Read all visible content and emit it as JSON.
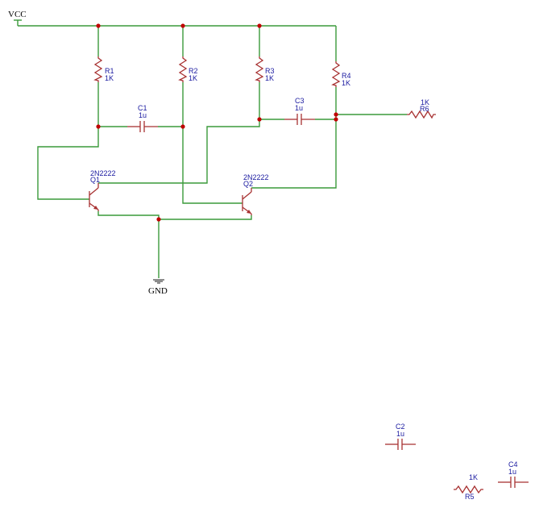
{
  "nets": {
    "vcc": "VCC",
    "gnd": "GND"
  },
  "components": {
    "r1": {
      "ref": "R1",
      "value": "1K"
    },
    "r2": {
      "ref": "R2",
      "value": "1K"
    },
    "r3": {
      "ref": "R3",
      "value": "1K"
    },
    "r4": {
      "ref": "R4",
      "value": "1K"
    },
    "r5": {
      "ref": "R5",
      "value": "1K"
    },
    "r6": {
      "ref": "R6",
      "value": "1K"
    },
    "c1": {
      "ref": "C1",
      "value": "1u"
    },
    "c2": {
      "ref": "C2",
      "value": "1u"
    },
    "c3": {
      "ref": "C3",
      "value": "1u"
    },
    "c4": {
      "ref": "C4",
      "value": "1u"
    },
    "q1": {
      "ref": "Q1",
      "value": "2N2222"
    },
    "q2": {
      "ref": "Q2",
      "value": "2N2222"
    }
  },
  "colors": {
    "wire": "#3a9a3a",
    "component": "#a83232",
    "junction": "#c00000",
    "label": "#1a1aa0",
    "ground": "#707070"
  }
}
